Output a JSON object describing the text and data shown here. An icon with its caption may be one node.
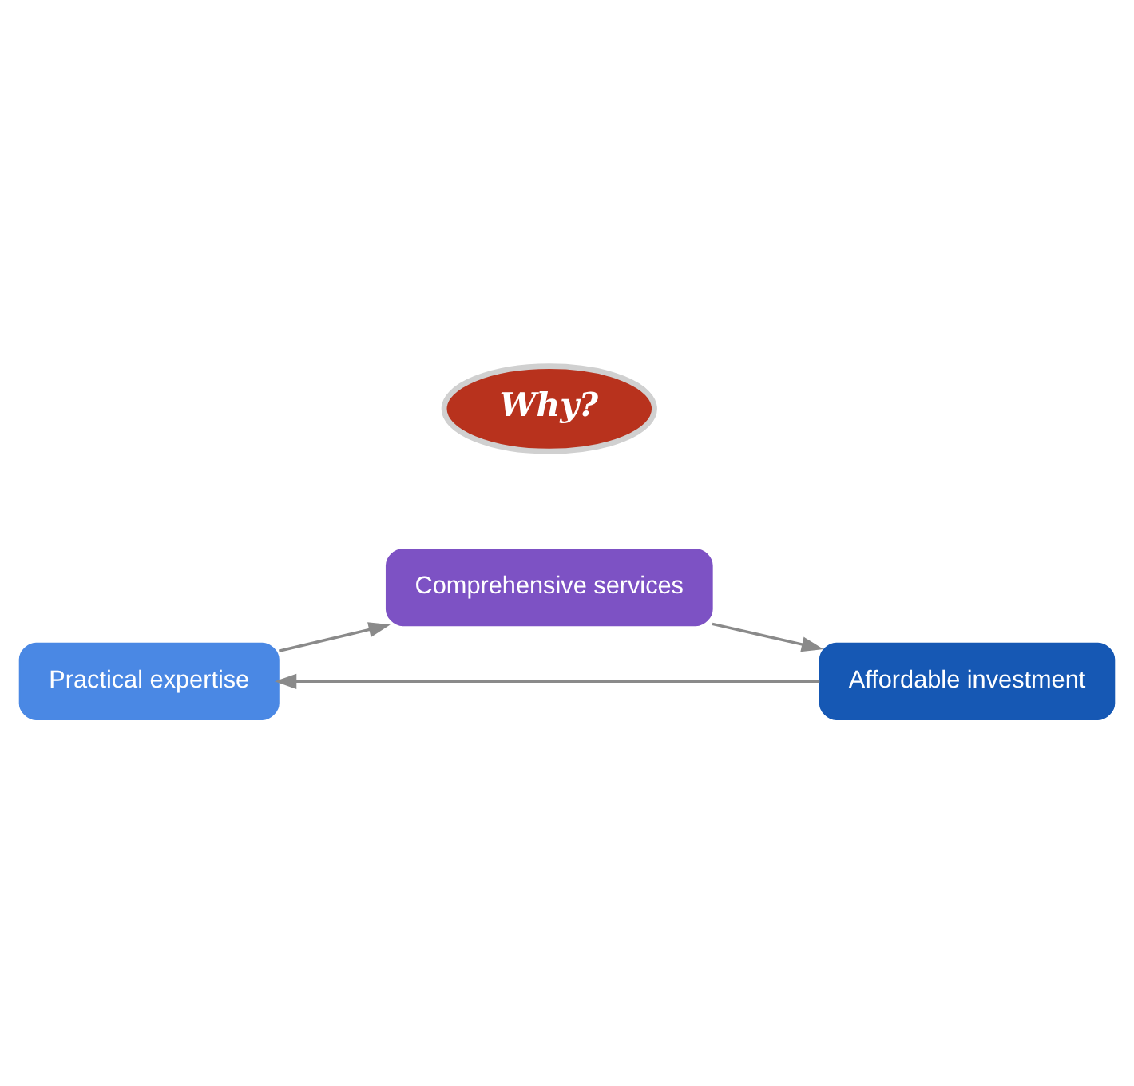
{
  "diagram": {
    "nodes": [
      {
        "text": [
          "Practical expertise"
        ]
      },
      {
        "text": [
          "Comprehensive services"
        ]
      },
      {
        "text": [
          "Affordable investment"
        ]
      },
      {
        "text": [
          "Why?"
        ]
      }
    ],
    "edges": [
      {
        "from": 0,
        "to": 1,
        "arrow": "to"
      },
      {
        "from": 1,
        "to": 2,
        "arrow": "to"
      },
      {
        "from": 2,
        "to": 0,
        "arrow": "to"
      }
    ]
  }
}
